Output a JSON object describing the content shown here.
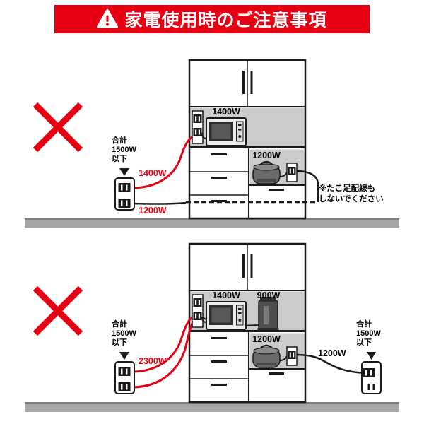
{
  "header": {
    "title": "家電使用時のご注意事項"
  },
  "colors": {
    "warning_red": "#e60012",
    "floor_gray": "#a6a6a6",
    "cabinet_interior_gray": "#cbcbcb"
  },
  "scenario_top": {
    "microwave_label": "1400W",
    "rice_cooker_label": "1200W",
    "outlet_caption": "合計\n1500W\n以下",
    "cable_upper_label": "1400W",
    "cable_lower_label": "1200W",
    "note": "※たこ足配線も\nしないでください"
  },
  "scenario_bottom": {
    "microwave_label": "1400W",
    "kettle_label": "900W",
    "rice_cooker_label": "1200W",
    "left_outlet_caption": "合計\n1500W\n以下",
    "right_outlet_caption": "合計\n1500W\n以下",
    "left_cable_label": "2300W",
    "right_cable_label": "1200W"
  }
}
